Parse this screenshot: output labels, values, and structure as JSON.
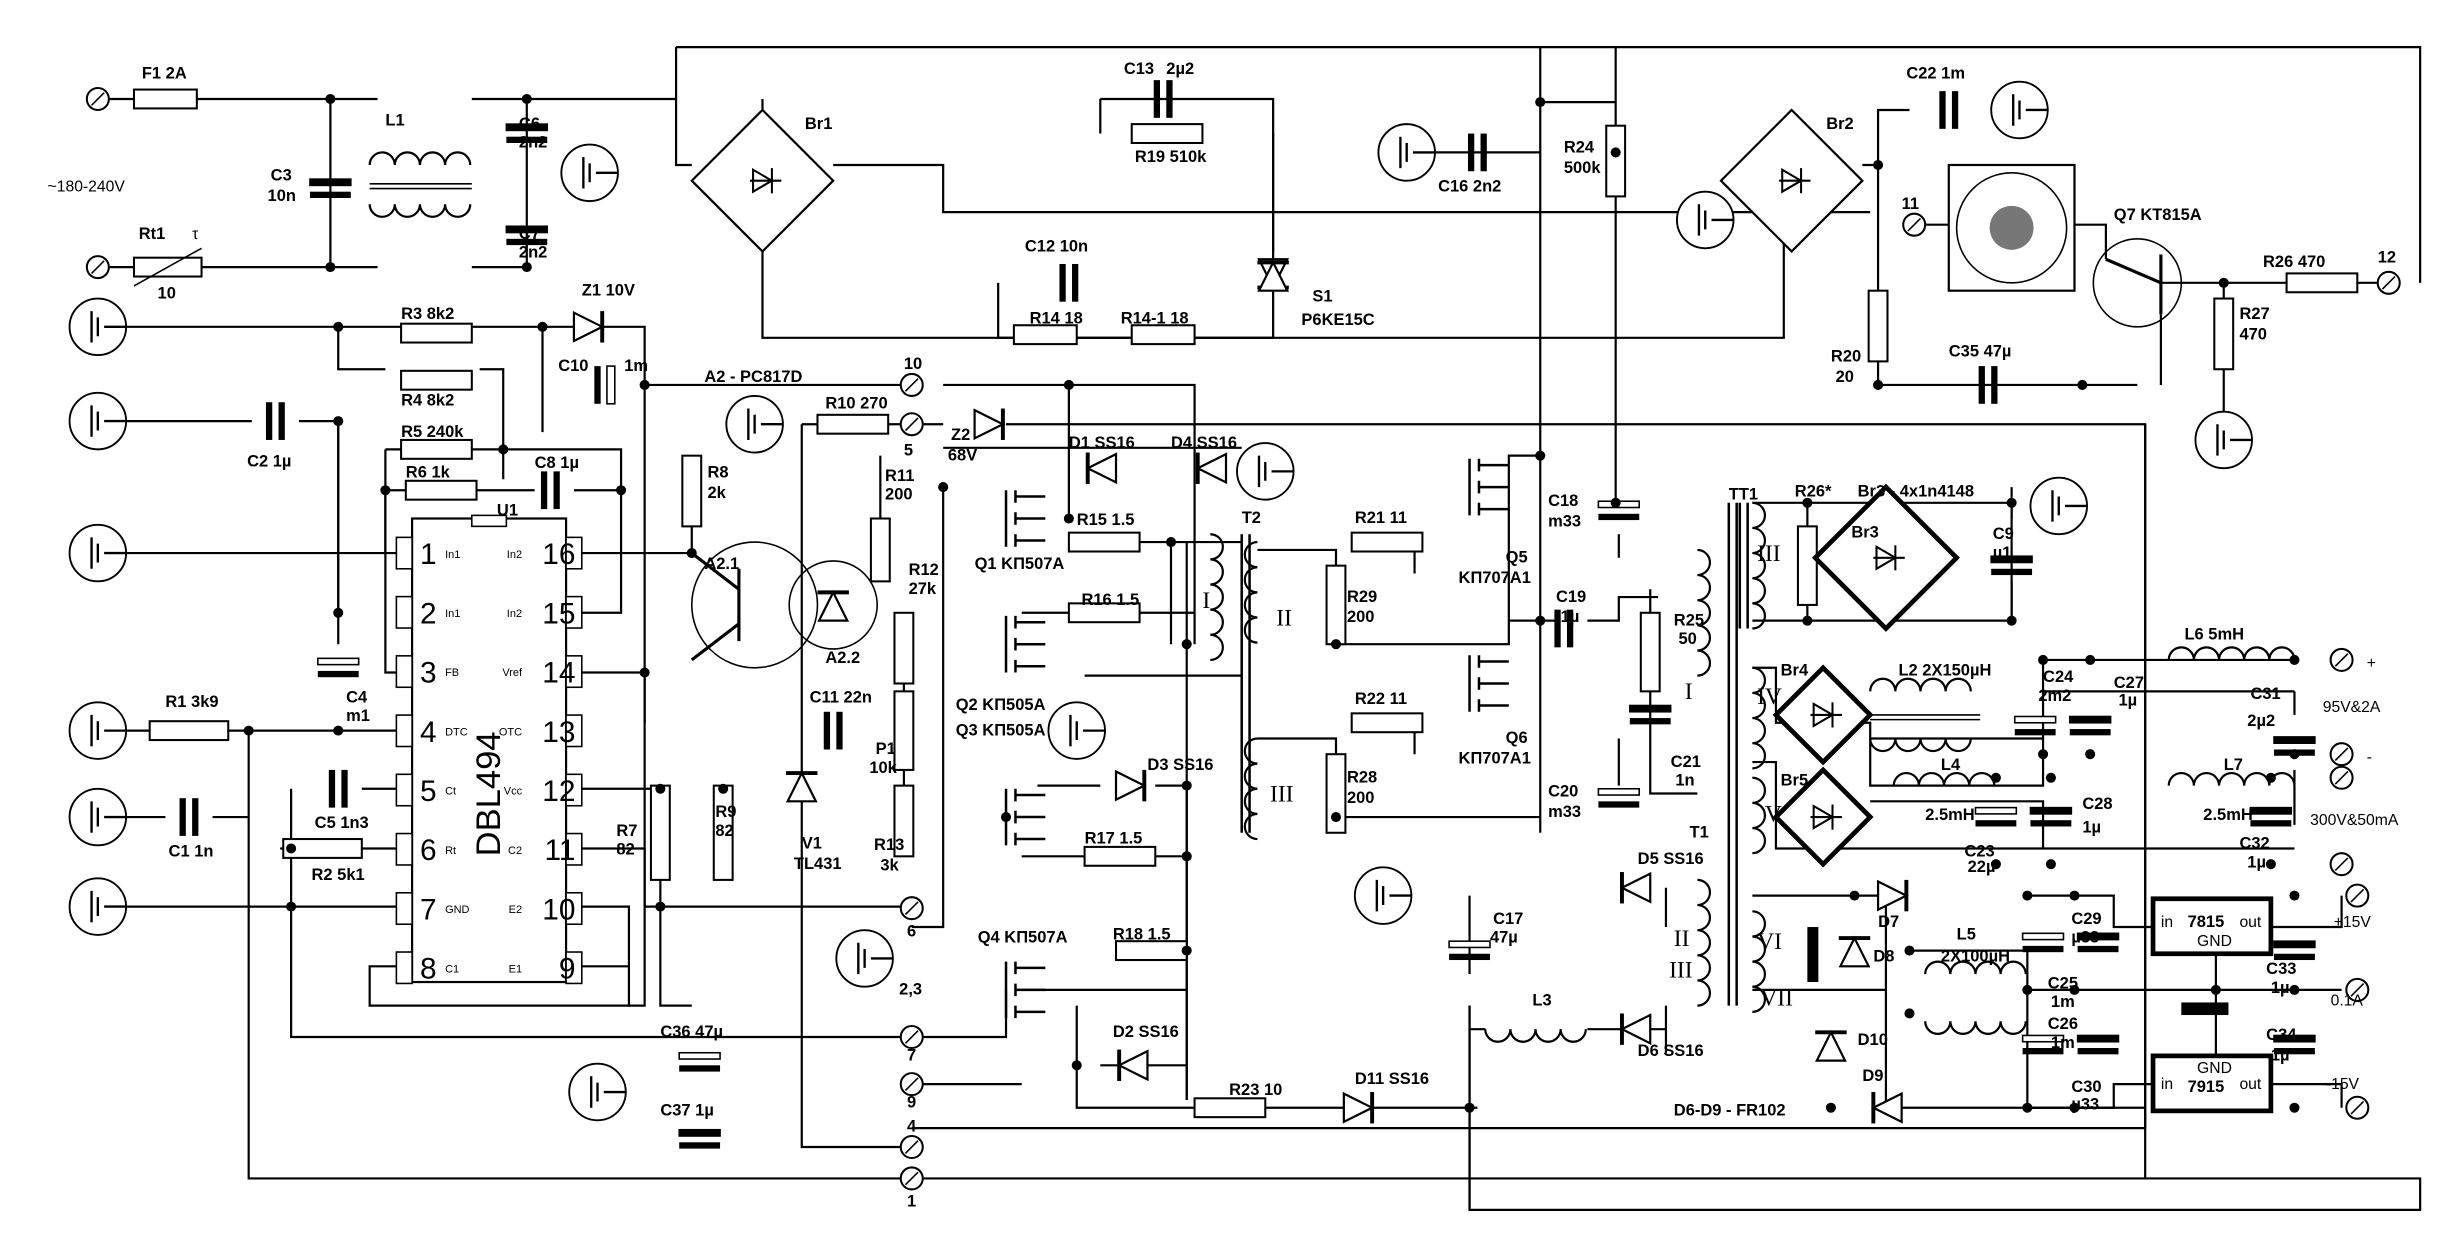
{
  "labels": {
    "F1": "F1 2A",
    "mains": "~180-240V",
    "Rt1": "Rt1",
    "tau": "τ",
    "Rt1v": "10",
    "C3": "C3",
    "C3v": "10n",
    "L1": "L1",
    "C6": "C6",
    "C6v": "2n2",
    "C7": "C7",
    "C7v": "2n2",
    "Br1": "Br1",
    "C13": "C13",
    "C13v": "2µ2",
    "R19": "R19  510k",
    "C12": "C12 10n",
    "R14": "R14  18",
    "R14_1": "R14-1  18",
    "S1": "S1",
    "S1v": "P6KE15C",
    "C16": "C16 2n2",
    "R24": "R24",
    "R24v": "500k",
    "Br2": "Br2",
    "C22": "C22  1m",
    "t11": "11",
    "Q7": "Q7  KT815A",
    "R26": "R26  470",
    "t12": "12",
    "R27": "R27",
    "R27v": "470",
    "R20": "R20",
    "R20v": "20",
    "C35": "C35  47µ",
    "R3": "R3    8k2",
    "R4": "R4    8k2",
    "R5": "R5   240k",
    "R6": "R6    1k",
    "C8": "C8  1µ",
    "U1": "U1",
    "Z1": "Z1 10V",
    "C10": "C10",
    "C10v": "1m",
    "A2": "A2 - PC817D",
    "C2": "C2    1µ",
    "R8": "R8",
    "R8v": "2k",
    "A21": "A2.1",
    "A22": "A2.2",
    "R10": "R10  270",
    "R11": "R11",
    "R11v": "200",
    "R12": "R12",
    "R12v": "27k",
    "Z2": "Z2",
    "Z2v": "68V",
    "D1": "D1  SS16",
    "D4": "D4  SS16",
    "t10": "10",
    "t5": "5",
    "R15": "R15   1.5",
    "T2": "T2",
    "Q1": "Q1  KП507A",
    "R16": "R16   1.5",
    "Q2": "Q2  KП505A",
    "Q3": "Q3  KП505A",
    "D3": "D3  SS16",
    "R17": "R17   1.5",
    "C11": "C11  22n",
    "P1": "P1",
    "P1v": "10k",
    "V1": "V1",
    "V1v": "TL431",
    "R13": "R13",
    "R13v": "3k",
    "R7": "R7",
    "R7v": "82",
    "R9": "R9",
    "R9v": "82",
    "R1": "R1    3k9",
    "C4": "C4",
    "C4v": "m1",
    "C5": "C5  1n3",
    "R2": "R2    5k1",
    "C1": "C1    1n",
    "t6": "6",
    "t23": "2,3",
    "t7": "7",
    "t9": "9",
    "t4": "4",
    "t1": "1",
    "Q4": "Q4  KП507A",
    "R18": "R18   1.5",
    "D2": "D2  SS16",
    "R23": "R23   10",
    "D11": "D11  SS16",
    "C36": "C36  47µ",
    "C37": "C37   1µ",
    "R21": "R21    11",
    "R29": "R29",
    "R29v": "200",
    "Q5": "Q5",
    "Q5v": "KП707A1",
    "R22": "R22    11",
    "R28": "R28",
    "R28v": "200",
    "Q6": "Q6",
    "Q6v": "KП707A1",
    "C18": "C18",
    "C18v": "m33",
    "C19": "C19",
    "C19v": "1µ",
    "R25": "R25",
    "R25v": "50",
    "C21": "C21",
    "C21v": "1n",
    "C20": "C20",
    "C20v": "m33",
    "T1": "T1",
    "C17": "C17",
    "C17v": "47µ",
    "L3": "L3",
    "D5": "D5  SS16",
    "D6": "D6  SS16",
    "TT1": "TT1",
    "R26s": "R26*",
    "Br3t": "Br3 - 4x1n4148",
    "Br3": "Br3",
    "C9": "C9",
    "C9v": "µ1",
    "L6": "L6  5mH",
    "Br4": "Br4",
    "L2": "L2  2X150µH",
    "C24": "C24",
    "C24v": "2m2",
    "C27": "C27",
    "C27v": "1µ",
    "C31": "C31",
    "C31v": "2µ2",
    "plus": "+",
    "out95": "95V&2A",
    "minus": "-",
    "Br5": "Br5",
    "L4": "L4",
    "L4v": "2.5mH",
    "C23": "C23",
    "C23v": "22µ",
    "C28": "C28",
    "C28v": "1µ",
    "L7": "L7",
    "L7v": "2.5mH",
    "C32": "C32",
    "C32v": "1µ",
    "out300": "300V&50mA",
    "D7": "D7",
    "D8": "D8",
    "D9": "D9",
    "D10": "D10",
    "Dnote": "D6-D9 - FR102",
    "L5": "L5",
    "L5v": "2X100µH",
    "C29": "C29",
    "C29v": "µ33",
    "C25": "C25",
    "C25v": "1m",
    "C26": "C26",
    "C26v": "1m",
    "C30": "C30",
    "C30v": "µ33",
    "reg1": "7815",
    "reg2": "7915",
    "in": "in",
    "out": "out",
    "gnd": "GND",
    "C33": "C33",
    "C33v": "1µ",
    "C34": "C34",
    "C34v": "1µ",
    "p15": "+15V",
    "i01": "0.1A",
    "m15": "-15V",
    "ic_name": "DBL494",
    "w1": "I",
    "w2": "II",
    "w3": "III",
    "w4": "IV",
    "w5": "V",
    "w6": "VI",
    "w7": "VII"
  },
  "ic_pins_left": [
    {
      "num": "1",
      "name": "In1"
    },
    {
      "num": "2",
      "name": "In1"
    },
    {
      "num": "3",
      "name": "FB"
    },
    {
      "num": "4",
      "name": "DTC"
    },
    {
      "num": "5",
      "name": "Ct"
    },
    {
      "num": "6",
      "name": "Rt"
    },
    {
      "num": "7",
      "name": "GND"
    },
    {
      "num": "8",
      "name": "C1"
    }
  ],
  "ic_pins_right": [
    {
      "num": "16",
      "name": "In2"
    },
    {
      "num": "15",
      "name": "In2"
    },
    {
      "num": "14",
      "name": "Vref"
    },
    {
      "num": "13",
      "name": "OTC"
    },
    {
      "num": "12",
      "name": "Vcc"
    },
    {
      "num": "11",
      "name": "C2"
    },
    {
      "num": "10",
      "name": "E2"
    },
    {
      "num": "9",
      "name": "E1"
    }
  ]
}
